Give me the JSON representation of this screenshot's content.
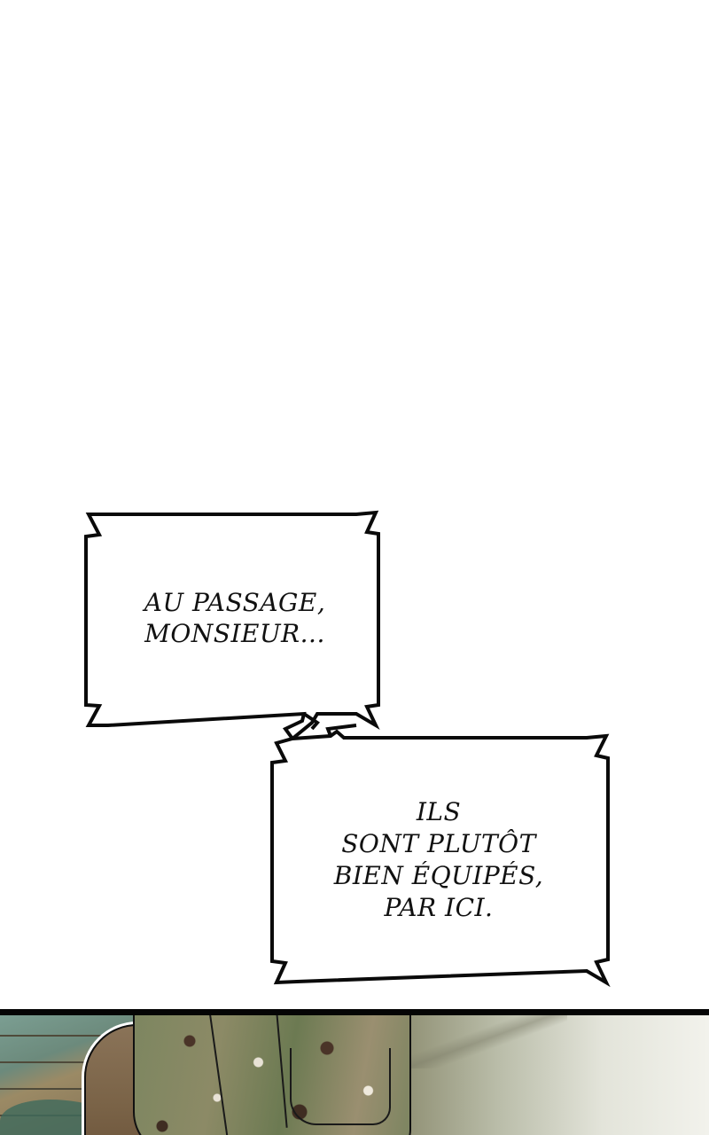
{
  "page": {
    "type": "comic-page",
    "background_color": "#ffffff"
  },
  "bubbles": [
    {
      "id": "bubble-1",
      "style": "spiky-rectangle",
      "lines": [
        "AU PASSAGE,",
        "MONSIEUR..."
      ]
    },
    {
      "id": "bubble-2",
      "style": "spiky-rectangle",
      "lines": [
        "ILS",
        "SONT PLUTÔT",
        "BIEN ÉQUIPÉS,",
        "PAR ICI."
      ]
    }
  ],
  "panel": {
    "description": "Illustrated panel: soldier in camouflage trousers with backpack, brick wall on left, bright wall on right",
    "border_color": "#050505",
    "colors": {
      "camo_green": "#7d8660",
      "camo_brown": "#4a3428",
      "brick": "#9b8a65",
      "teal": "#6c8a7c",
      "light_wall": "#e3e4da"
    }
  }
}
